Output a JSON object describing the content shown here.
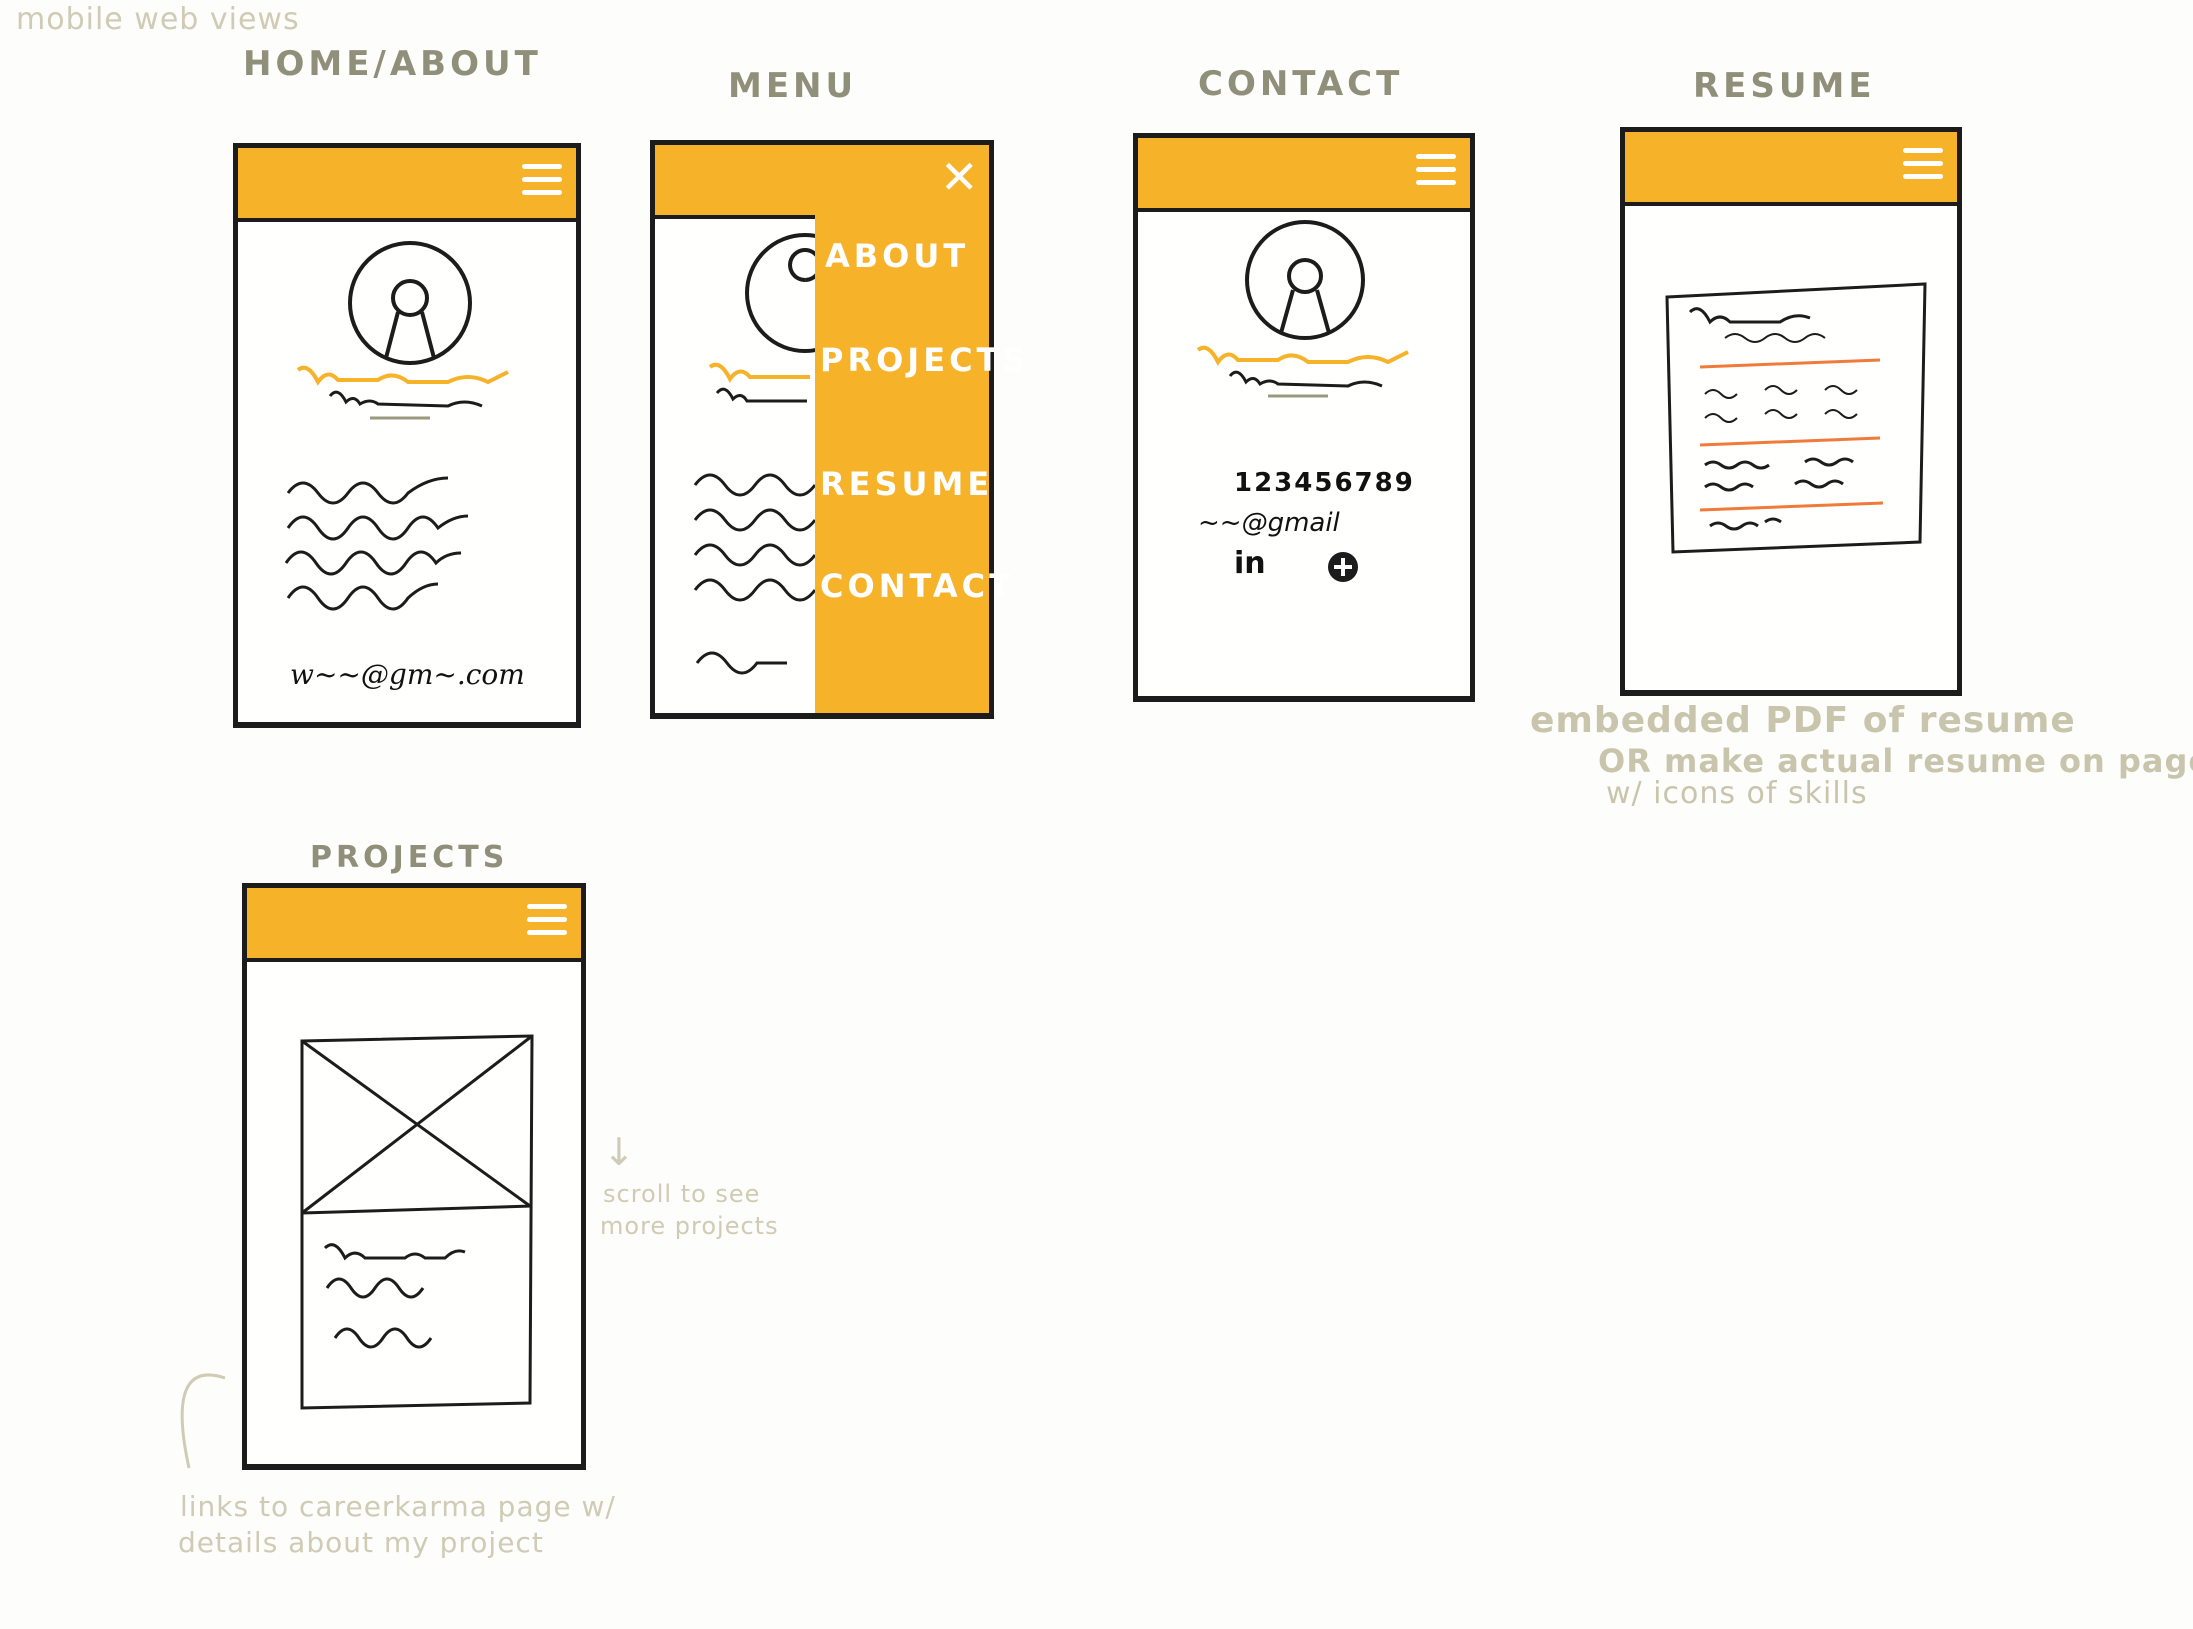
{
  "header_note": "mobile web views",
  "screens": {
    "home": {
      "label": "HOME/ABOUT",
      "email": "w~~@gm~.com"
    },
    "menu": {
      "label": "MENU",
      "close_icon": "close-icon",
      "items": [
        {
          "label": "ABOUT"
        },
        {
          "label": "PROJECTS"
        },
        {
          "label": "RESUME"
        },
        {
          "label": "CONTACT"
        }
      ]
    },
    "contact": {
      "label": "CONTACT",
      "phone": "123456789",
      "email": "~~@gmail",
      "linkedin": "in"
    },
    "resume": {
      "label": "RESUME"
    },
    "projects": {
      "label": "PROJECTS"
    }
  },
  "notes": {
    "resume_note_line1": "embedded PDF of resume",
    "resume_note_line2": "OR make actual resume on page",
    "resume_note_line3": "w/ icons of skills",
    "scroll_arrow": "↓",
    "scroll_note_line1": "scroll to see",
    "scroll_note_line2": "more projects",
    "links_note_line1": "links to careerkarma page w/",
    "links_note_line2": "details about my project"
  },
  "colors": {
    "accent": "#f6b229",
    "ink": "#1c1c1c",
    "note": "#cfcbb4",
    "resume_rule": "#f07a3a"
  }
}
